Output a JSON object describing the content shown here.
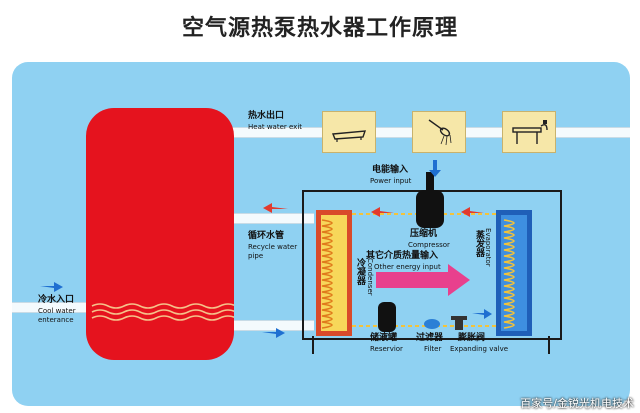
{
  "title": "空气源热泵热水器工作原理",
  "labels": {
    "hot_water_exit": {
      "cn": "热水出口",
      "en": "Heat water exit"
    },
    "power_input": {
      "cn": "电能输入",
      "en": "Power input"
    },
    "compressor": {
      "cn": "压缩机",
      "en": "Compressor"
    },
    "recycle_pipe": {
      "cn": "循环水管",
      "en1": "Recycle water",
      "en2": "pipe"
    },
    "other_energy": {
      "cn": "其它介质热量输入",
      "en": "Other energy input"
    },
    "condenser": {
      "cn": "冷凝器",
      "en": "Condenser"
    },
    "evaporator": {
      "cn": "蒸发器",
      "en": "Evaporator"
    },
    "cool_water_entrance": {
      "cn": "冷水入口",
      "en1": "Cool water",
      "en2": "enterance"
    },
    "reservoir": {
      "cn": "储液罐",
      "en": "Reservior"
    },
    "filter": {
      "cn": "过滤器",
      "en": "Filter"
    },
    "expanding_valve": {
      "cn": "膨胀阀",
      "en": "Expanding valve"
    }
  },
  "watermark": "百家号/金锐光机电技术",
  "icons": [
    "bathtub-icon",
    "shower-icon",
    "sink-icon",
    "arrow-left-icon",
    "arrow-right-icon",
    "arrow-down-icon"
  ],
  "colors": {
    "panel": "#8fd1f2",
    "tank": "#e5131e",
    "arrow_red": "#e23a2e",
    "arrow_blue": "#1f6fd1",
    "arrow_pink": "#e8408d",
    "coil_yellow": "#f3c33a",
    "evaporator_blue": "#1f5fb8"
  }
}
